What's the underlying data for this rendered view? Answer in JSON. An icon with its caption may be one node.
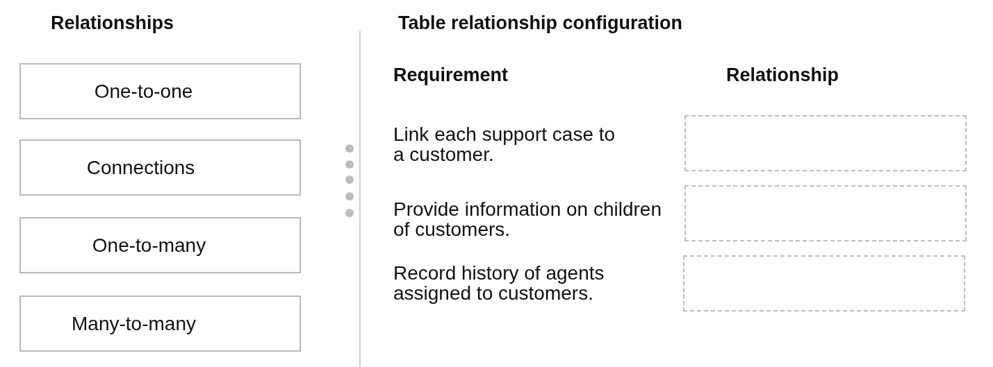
{
  "diagram": {
    "nodes": [
      {
        "text": [
          "One-to-one"
        ]
      },
      {
        "text": [
          "Connections"
        ]
      },
      {
        "text": [
          "One-to-many"
        ]
      },
      {
        "text": [
          "Many-to-many"
        ]
      },
      {
        "text": [],
        "shape": "box"
      },
      {
        "text": [],
        "shape": "box"
      },
      {
        "text": [],
        "shape": "box"
      }
    ],
    "labels": [
      "Relationships",
      "Table relationship configuration",
      "Requirement",
      "Relationship",
      "Link each support case to a customer.",
      "Provide information on children of customers.",
      "Record history of agents assigned to customers."
    ]
  }
}
